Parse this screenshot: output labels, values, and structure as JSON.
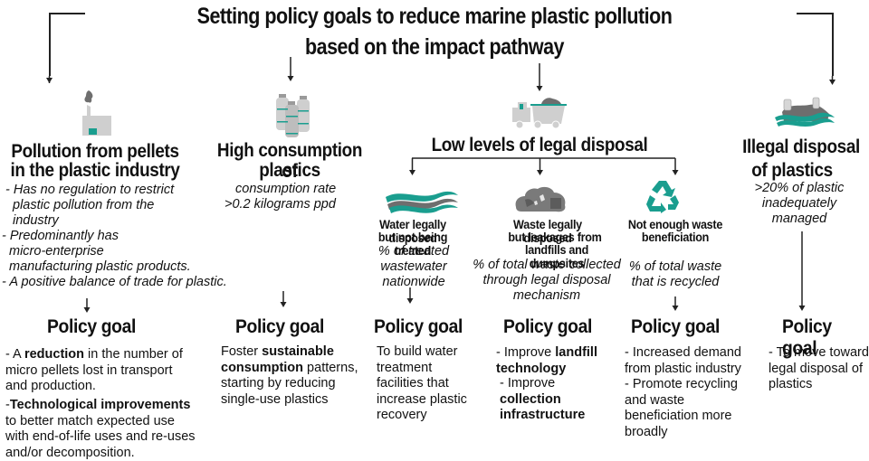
{
  "title": {
    "line1": "Setting policy goals to reduce marine plastic pollution",
    "line2": "based on the impact pathway"
  },
  "colors": {
    "teal": "#1a9e8f",
    "gray_icon": "#c8c8c8",
    "dark_gray_icon": "#6e6e6e",
    "text": "#111111"
  },
  "columns": [
    {
      "icon": "factory-icon",
      "heading_line1": "Pollution from pellets",
      "heading_line2": "in the plastic industry",
      "details": [
        "- Has no regulation to restrict",
        "plastic pollution from the",
        "industry",
        "- Predominantly has",
        "micro-enterprise",
        "manufacturing plastic products.",
        "- A positive balance of trade for plastic."
      ],
      "policy_goal_label": "Policy goal",
      "policy_goal_items": [
        {
          "prefix": "- A ",
          "bold": "reduction",
          "rest": " in the number of micro pellets lost in transport and production."
        },
        {
          "prefix": "-",
          "bold": "Technological improvements",
          "rest": " to better match expected use with end-of-life uses and re-uses and/or decomposition."
        }
      ]
    },
    {
      "icon": "plastic-bottles-icon",
      "heading_line1": "High consumption of",
      "heading_line2": "plastics",
      "details": [
        "consumption rate",
        ">0.2 kilograms ppd"
      ],
      "policy_goal_label": "Policy goal",
      "policy_goal_items": [
        {
          "prefix": "Foster ",
          "bold": "sustainable consumption",
          "rest": " patterns, starting by reducing single-use plastics"
        }
      ]
    },
    {
      "icon": "garbage-truck-icon",
      "heading": "Low levels of legal disposal",
      "subcolumns": [
        {
          "icon": "water-waves-icon",
          "subheading_line1": "Water legally disposed",
          "subheading_line2": "but not being treated",
          "details": [
            "% of treated",
            "wastewater",
            "nationwide"
          ],
          "policy_goal_label": "Policy goal",
          "policy_goal_items": [
            {
              "prefix": "To build water treatment facilities that increase plastic recovery",
              "bold": "",
              "rest": ""
            }
          ]
        },
        {
          "icon": "landfill-icon",
          "subheading_line1": "Waste legally disposed",
          "subheading_line2": "but leakages from",
          "subheading_line3": "landfills and dumpsites",
          "details": [
            "% of total waste collected",
            "through legal disposal",
            "mechanism"
          ],
          "policy_goal_label": "Policy goal",
          "policy_goal_items": [
            {
              "prefix": "- Improve ",
              "bold": "landfill technology",
              "rest": ""
            },
            {
              "prefix": "- Improve ",
              "bold": "collection infrastructure",
              "rest": ""
            }
          ]
        },
        {
          "icon": "recycle-icon",
          "subheading_line1": "Not enough waste",
          "subheading_line2": "beneficiation",
          "details": [
            "% of total waste",
            "that is recycled"
          ],
          "policy_goal_label": "Policy goal",
          "policy_goal_items": [
            {
              "prefix": "- Increased demand from plastic industry",
              "bold": "",
              "rest": ""
            },
            {
              "prefix": "- Promote recycling and waste beneficiation more broadly",
              "bold": "",
              "rest": ""
            }
          ]
        }
      ]
    },
    {
      "icon": "illegal-dumping-waves-icon",
      "heading_line1": "Illegal disposal",
      "heading_line2": "of plastics",
      "details": [
        ">20% of plastic",
        "inadequately",
        "managed"
      ],
      "policy_goal_label": "Policy goal",
      "policy_goal_items": [
        {
          "prefix": "- To move toward legal disposal of plastics",
          "bold": "",
          "rest": ""
        }
      ]
    }
  ]
}
